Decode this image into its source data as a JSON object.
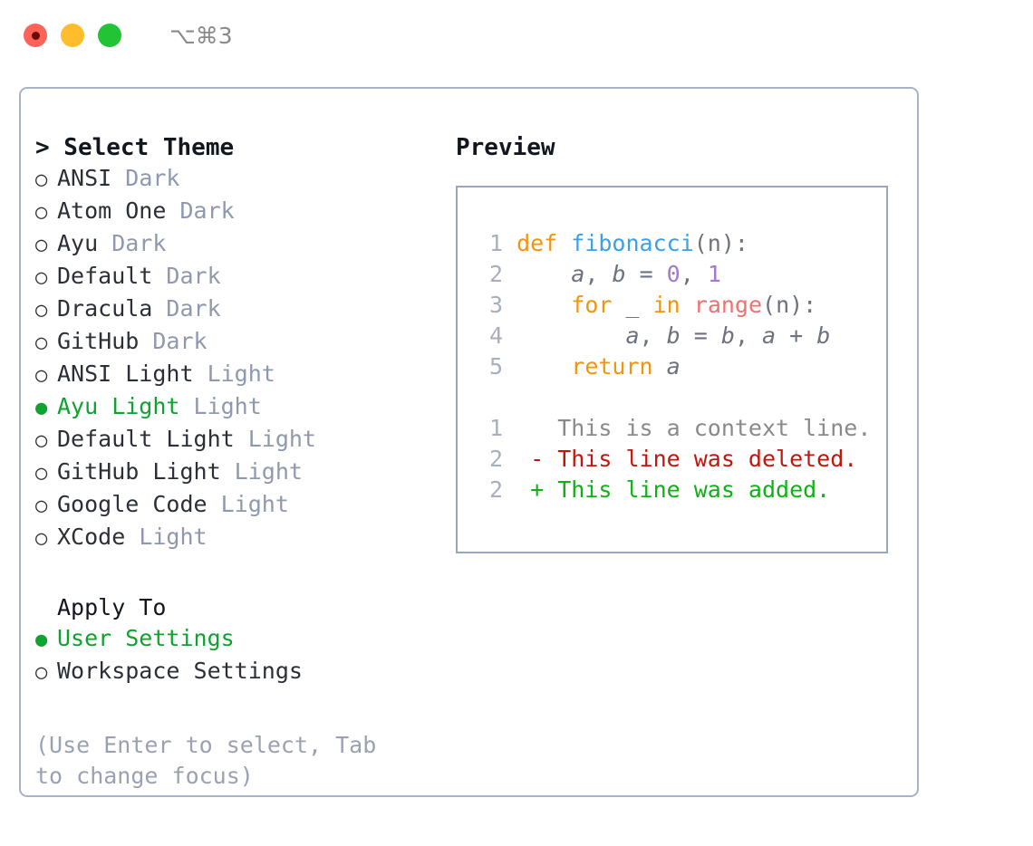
{
  "titlebar": {
    "lights": [
      {
        "name": "close-button",
        "color": "#FF6259"
      },
      {
        "name": "minimize-button",
        "color": "#FFBD2E"
      },
      {
        "name": "maximize-button",
        "color": "#22C436"
      }
    ],
    "shortcut": "⌥⌘3"
  },
  "theme_picker": {
    "title": "> Select Theme",
    "caret": ">",
    "selected_bullet": "●",
    "unselected_bullet": "○",
    "selected_index": 7,
    "items": [
      {
        "bullet": "○",
        "label": "ANSI",
        "tag": "Dark",
        "selected": false
      },
      {
        "bullet": "○",
        "label": "Atom One",
        "tag": "Dark",
        "selected": false
      },
      {
        "bullet": "○",
        "label": "Ayu",
        "tag": "Dark",
        "selected": false
      },
      {
        "bullet": "○",
        "label": "Default",
        "tag": "Dark",
        "selected": false
      },
      {
        "bullet": "○",
        "label": "Dracula",
        "tag": "Dark",
        "selected": false
      },
      {
        "bullet": "○",
        "label": "GitHub",
        "tag": "Dark",
        "selected": false
      },
      {
        "bullet": "○",
        "label": "ANSI Light",
        "tag": "Light",
        "selected": false
      },
      {
        "bullet": "●",
        "label": "Ayu Light",
        "tag": "Light",
        "selected": true
      },
      {
        "bullet": "○",
        "label": "Default Light",
        "tag": "Light",
        "selected": false
      },
      {
        "bullet": "○",
        "label": "GitHub Light",
        "tag": "Light",
        "selected": false
      },
      {
        "bullet": "○",
        "label": "Google Code",
        "tag": "Light",
        "selected": false
      },
      {
        "bullet": "○",
        "label": "XCode",
        "tag": "Light",
        "selected": false
      }
    ]
  },
  "apply_to": {
    "title": "Apply To",
    "items": [
      {
        "bullet": "●",
        "label": "User Settings",
        "selected": true
      },
      {
        "bullet": "○",
        "label": "Workspace Settings",
        "selected": false
      }
    ]
  },
  "hint": "(Use Enter to select, Tab to change focus)",
  "preview": {
    "title": "Preview",
    "code_lines": [
      {
        "number": "1",
        "tokens": [
          {
            "text": "def ",
            "kind": "k"
          },
          {
            "text": "fibonacci",
            "kind": "fn"
          },
          {
            "text": "(n):",
            "kind": "pn"
          }
        ]
      },
      {
        "number": "2",
        "tokens": [
          {
            "text": "    ",
            "kind": "pn"
          },
          {
            "text": "a",
            "kind": "id"
          },
          {
            "text": ", ",
            "kind": "pn"
          },
          {
            "text": "b",
            "kind": "id"
          },
          {
            "text": " = ",
            "kind": "pn"
          },
          {
            "text": "0",
            "kind": "nu"
          },
          {
            "text": ", ",
            "kind": "pn"
          },
          {
            "text": "1",
            "kind": "nu"
          }
        ]
      },
      {
        "number": "3",
        "tokens": [
          {
            "text": "    ",
            "kind": "pn"
          },
          {
            "text": "for",
            "kind": "k"
          },
          {
            "text": " _ ",
            "kind": "pn"
          },
          {
            "text": "in",
            "kind": "k"
          },
          {
            "text": " ",
            "kind": "pn"
          },
          {
            "text": "range",
            "kind": "bi"
          },
          {
            "text": "(n):",
            "kind": "pn"
          }
        ]
      },
      {
        "number": "4",
        "tokens": [
          {
            "text": "        ",
            "kind": "pn"
          },
          {
            "text": "a",
            "kind": "id"
          },
          {
            "text": ", ",
            "kind": "pn"
          },
          {
            "text": "b",
            "kind": "id"
          },
          {
            "text": " = ",
            "kind": "pn"
          },
          {
            "text": "b",
            "kind": "id"
          },
          {
            "text": ", ",
            "kind": "pn"
          },
          {
            "text": "a",
            "kind": "id"
          },
          {
            "text": " + ",
            "kind": "pn"
          },
          {
            "text": "b",
            "kind": "id"
          }
        ]
      },
      {
        "number": "5",
        "tokens": [
          {
            "text": "    ",
            "kind": "pn"
          },
          {
            "text": "return",
            "kind": "k"
          },
          {
            "text": " ",
            "kind": "pn"
          },
          {
            "text": "a",
            "kind": "id"
          }
        ]
      }
    ],
    "diff_lines": [
      {
        "number": "1",
        "marker": " ",
        "text": " This is a context line.",
        "kind": "ctx"
      },
      {
        "number": "2",
        "marker": "-",
        "text": " This line was deleted.",
        "kind": "del"
      },
      {
        "number": "2",
        "marker": "+",
        "text": " This line was added.",
        "kind": "add"
      }
    ]
  },
  "colors": {
    "accent_green": "#0DA32E",
    "keyword_orange": "#F2950E",
    "function_blue": "#3AA0E8",
    "builtin_salmon": "#F07171",
    "number_purple": "#A37ACC",
    "tag_gray": "#8F99AD",
    "border_blue_gray": "#A9B2C4",
    "diff_deleted": "#C3160B",
    "diff_added": "#12B018"
  }
}
